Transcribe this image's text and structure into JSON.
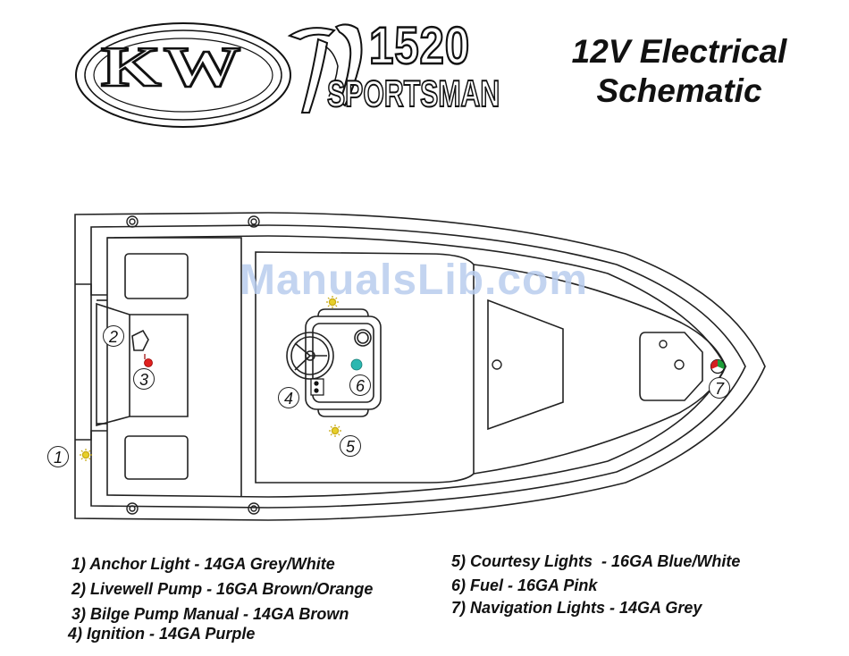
{
  "header": {
    "logo_text": "KW",
    "model_number": "1520",
    "model_name": "SPORTSMAN",
    "title_line1": "12V Electrical",
    "title_line2": "Schematic"
  },
  "watermark": "ManualsLib.com",
  "callouts": [
    "1",
    "2",
    "3",
    "4",
    "5",
    "6",
    "7"
  ],
  "legend": [
    {
      "num": "1)",
      "label": "Anchor Light - 14GA Grey/White"
    },
    {
      "num": "2)",
      "label": "Livewell Pump - 16GA Brown/Orange"
    },
    {
      "num": "3)",
      "label": "Bilge Pump Manual - 14GA Brown"
    },
    {
      "num": "4)",
      "label": "Ignition - 14GA Purple"
    },
    {
      "num": "5)",
      "label": "Courtesy Lights  - 16GA Blue/White"
    },
    {
      "num": "6)",
      "label": "Fuel - 16GA Pink"
    },
    {
      "num": "7)",
      "label": "Navigation Lights - 14GA Grey"
    }
  ],
  "colors": {
    "bilge_indicator": "#e0211f",
    "fuel_indicator": "#2bb7b0",
    "nav_red": "#d42020",
    "nav_green": "#1e9e3a",
    "light_glow": "#e7cf2a",
    "watermark": "#b9cdee"
  }
}
